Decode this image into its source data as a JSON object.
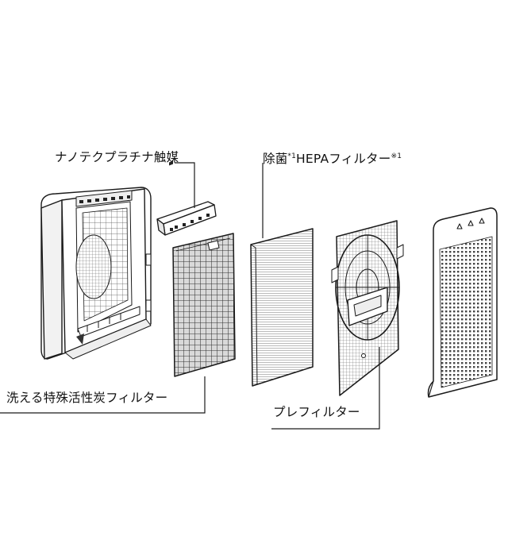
{
  "labels": {
    "nano_platinum": "ナノテクプラチナ触媒",
    "hepa_prefix": "除菌",
    "hepa_mark1": "*1",
    "hepa_main": "HEPAフィルター",
    "hepa_mark2": "※1",
    "carbon_filter": "洗える特殊活性炭フィルター",
    "pre_filter": "プレフィルター"
  },
  "colors": {
    "line": "#1a1a1a",
    "panel_fill": "#ffffff",
    "mesh": "#2a2a2a",
    "mesh_bg": "#cfcfcf"
  }
}
